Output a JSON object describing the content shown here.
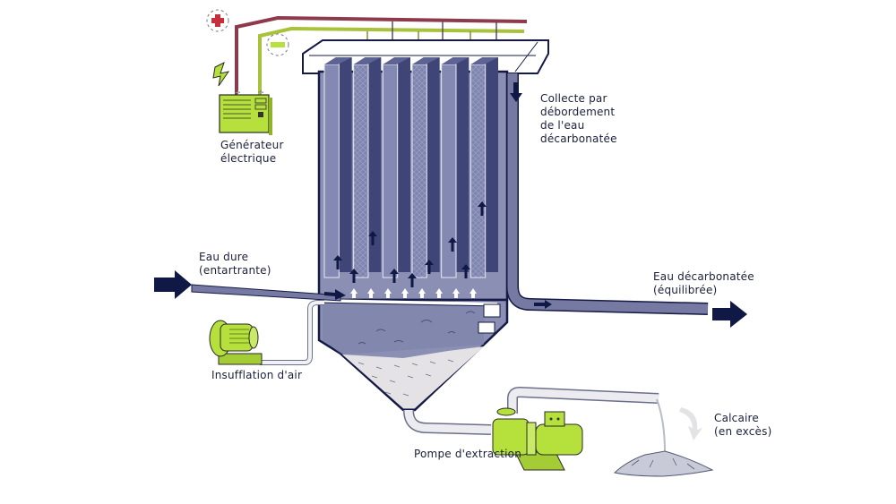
{
  "title": "Décarbonatation par électrolyse — schéma de principe",
  "labels": {
    "generator": [
      "Générateur",
      "électrique"
    ],
    "overflow": [
      "Collecte par",
      "débordement",
      "de l'eau",
      "décarbonatée"
    ],
    "inlet": [
      "Eau dure",
      "(entartrante)"
    ],
    "outlet": [
      "Eau décarbonatée",
      "(équilibrée)"
    ],
    "air": [
      "Insufflation d'air"
    ],
    "pump": [
      "Pompe d'extraction"
    ],
    "limestone": [
      "Calcaire",
      "(en excès)"
    ]
  },
  "polarity": {
    "positive": "+",
    "negative": "−"
  },
  "colors": {
    "outline": "#141a45",
    "tank_fill": "#8a8fb3",
    "tank_dark": "#565c8c",
    "electrode_dark": "#3f4677",
    "pipe": "#767aa3",
    "sludge": "#e4e2e4",
    "equipment_green": "#b6e03c",
    "wire_positive": "#8e3a4d",
    "wire_negative": "#a8c23c",
    "plus_red": "#c4313c",
    "arrow_navy": "#101845",
    "limestone_pile": "#c9cad8"
  },
  "electrode_count": 6,
  "up_arrow_count": 9,
  "diffuser_count": 8
}
